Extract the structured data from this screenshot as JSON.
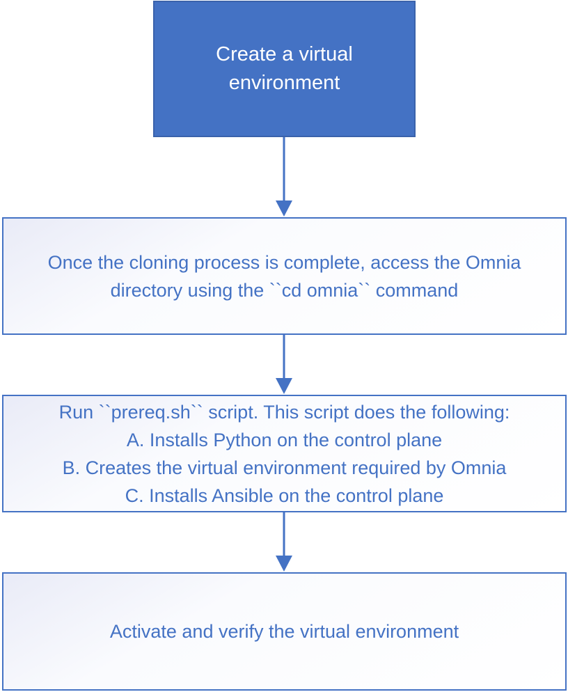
{
  "colors": {
    "primary_fill": "#4472c4",
    "step_text": "#4472c4",
    "step_border": "#4472c4",
    "arrow": "#4472c4"
  },
  "nodes": {
    "start": {
      "lines": [
        "Create a virtual",
        "environment"
      ]
    },
    "step1": {
      "lines": [
        "Once the cloning process is complete, access the Omnia",
        "directory using the ``cd omnia`` command"
      ]
    },
    "step2": {
      "lines": [
        "Run ``prereq.sh`` script. This script does the following:",
        "A. Installs Python on the control plane",
        "B. Creates the virtual environment required by Omnia",
        "C. Installs Ansible on the control plane"
      ]
    },
    "step3": {
      "lines": [
        "Activate and verify the virtual environment"
      ]
    }
  },
  "edges": [
    {
      "from": "start",
      "to": "step1"
    },
    {
      "from": "step1",
      "to": "step2"
    },
    {
      "from": "step2",
      "to": "step3"
    }
  ]
}
